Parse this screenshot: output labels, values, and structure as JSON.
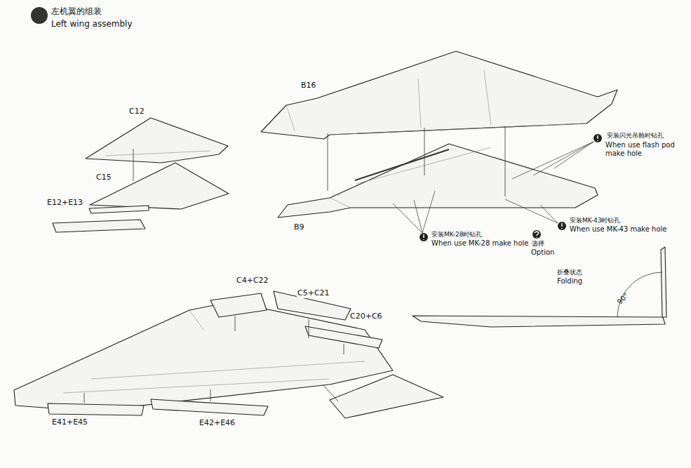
{
  "diagram": {
    "title": "左机翼的组装",
    "labels": [
      "Left wing assembly",
      "B16",
      "C12",
      "C15",
      "E12+E13",
      "安装闪光吊舱时钻孔",
      "When use flash pod",
      "make hole",
      "B9",
      "安装MK-28时钻孔",
      "When use MK-28 make hole",
      "选择",
      "Option",
      "安装MK-43时钻孔",
      "When use MK-43 make hole",
      "折叠状态",
      "Folding",
      "90°",
      "C4+C22",
      "C5+C21",
      "C20+C6",
      "E41+E45",
      "E42+E46"
    ]
  }
}
